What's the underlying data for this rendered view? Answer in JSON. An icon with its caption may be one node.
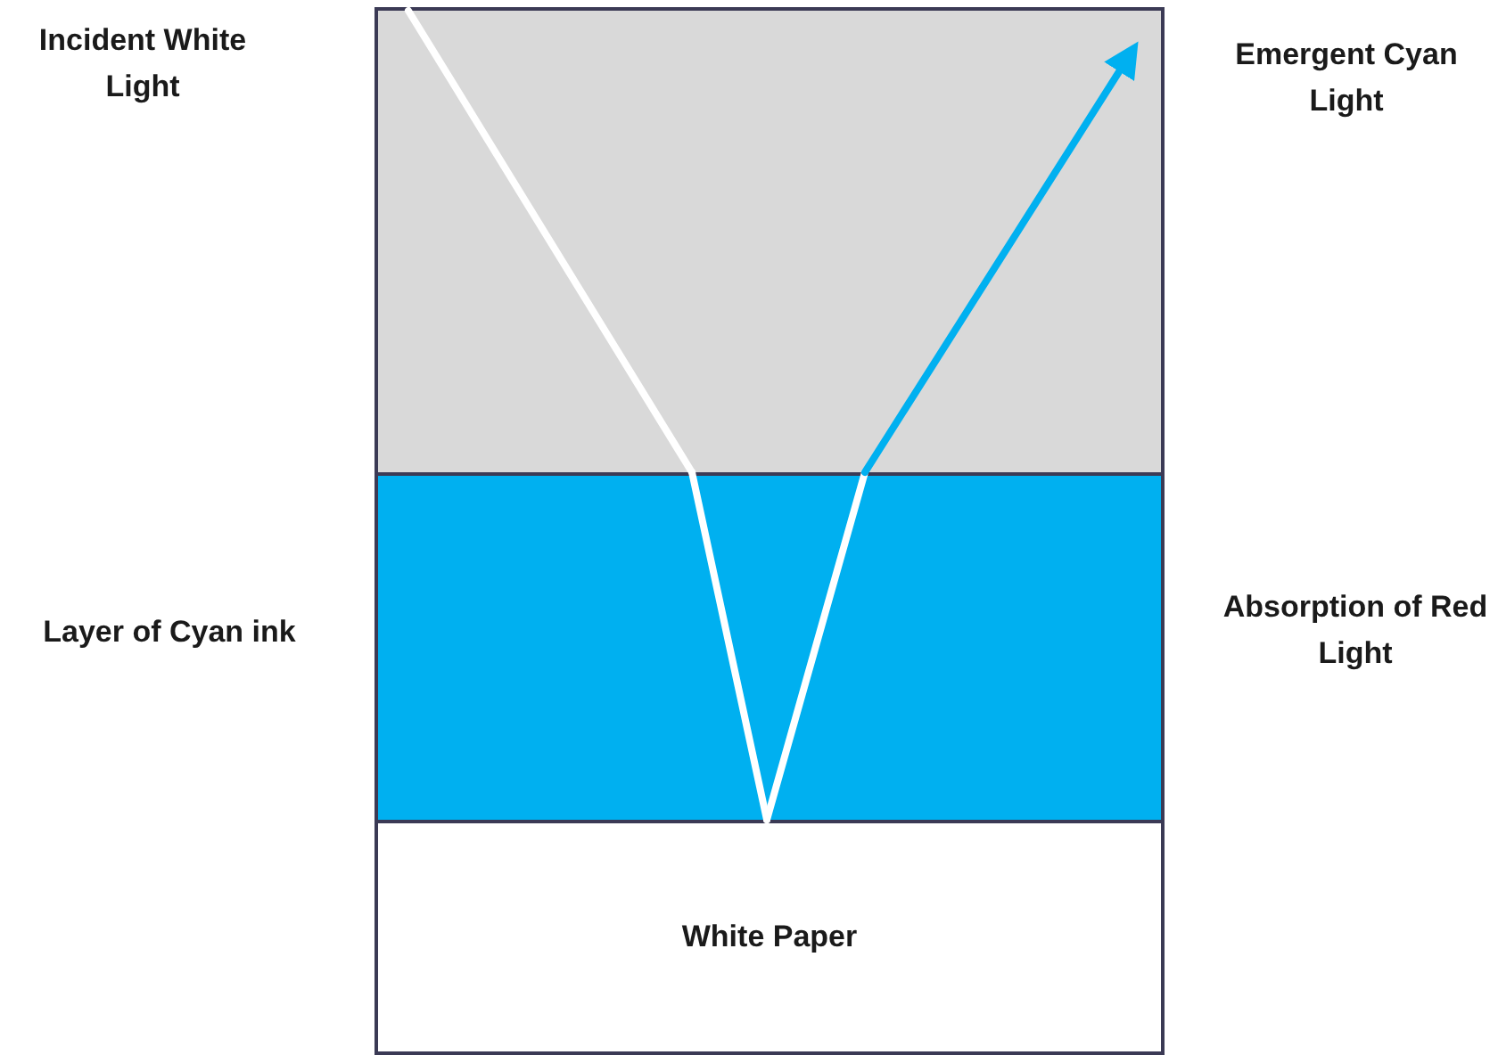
{
  "diagram": {
    "nodes": [
      {
        "text": [],
        "shape": "box"
      },
      {
        "text": [],
        "shape": "box",
        "beside": [
          "Layer of Cyan ink",
          "Absorption of Red Light"
        ]
      },
      {
        "text": [
          "White Paper"
        ]
      }
    ],
    "edges": [
      {
        "from": 0,
        "to": 1,
        "arrow": "none"
      },
      {
        "from": 1,
        "to": 2,
        "arrow": "none"
      },
      {
        "from": 2,
        "to": 1,
        "arrow": "none"
      },
      {
        "from": 1,
        "to": 0,
        "arrow": "to",
        "color": "#00b0f0"
      }
    ],
    "labels": [
      "Incident White Light",
      "Emergent Cyan Light"
    ]
  }
}
